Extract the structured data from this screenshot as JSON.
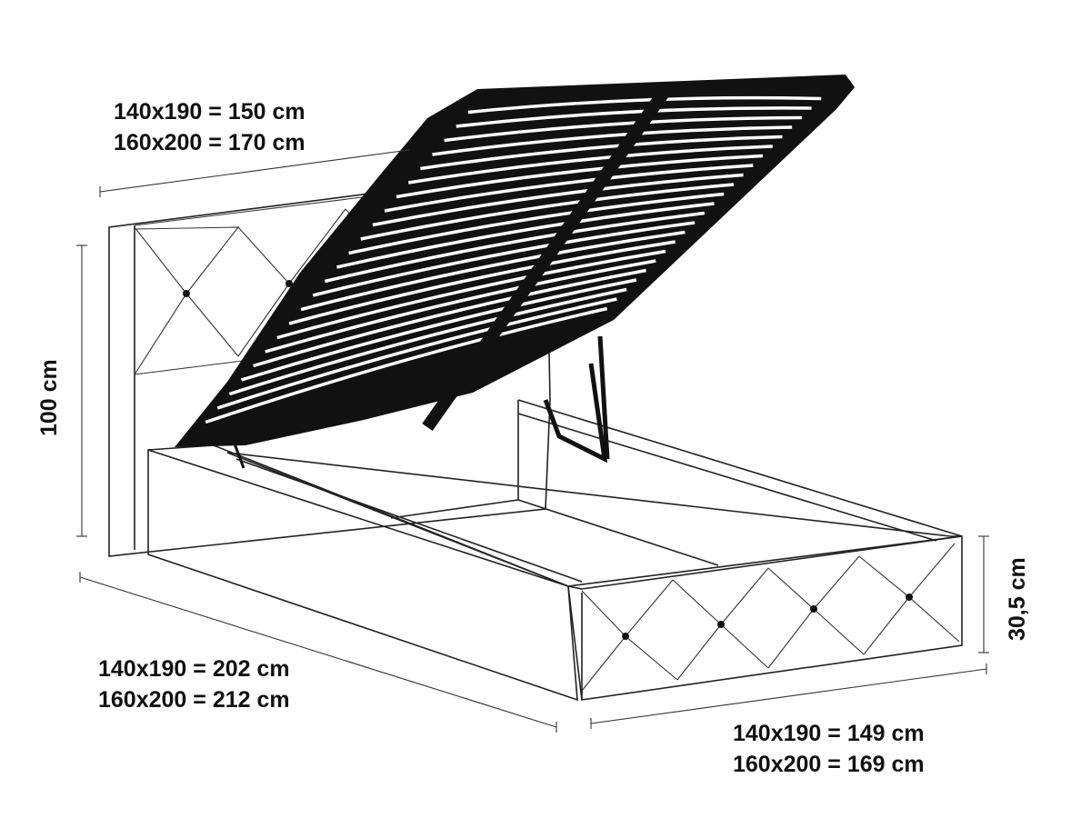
{
  "title": "Bed with lifting slatted frame - dimensions",
  "dimensions": {
    "headboard_width": [
      "140x190 = 150 cm",
      "160x200 = 170 cm"
    ],
    "headboard_height": "100 cm",
    "bed_length": [
      "140x190 = 202 cm",
      "160x200 = 212 cm"
    ],
    "bed_width": [
      "140x190 = 149 cm",
      "160x200 = 169 cm"
    ],
    "frame_height": "30,5 cm"
  },
  "colors": {
    "line": "#222222",
    "lid": "#111111",
    "background": "#ffffff"
  }
}
